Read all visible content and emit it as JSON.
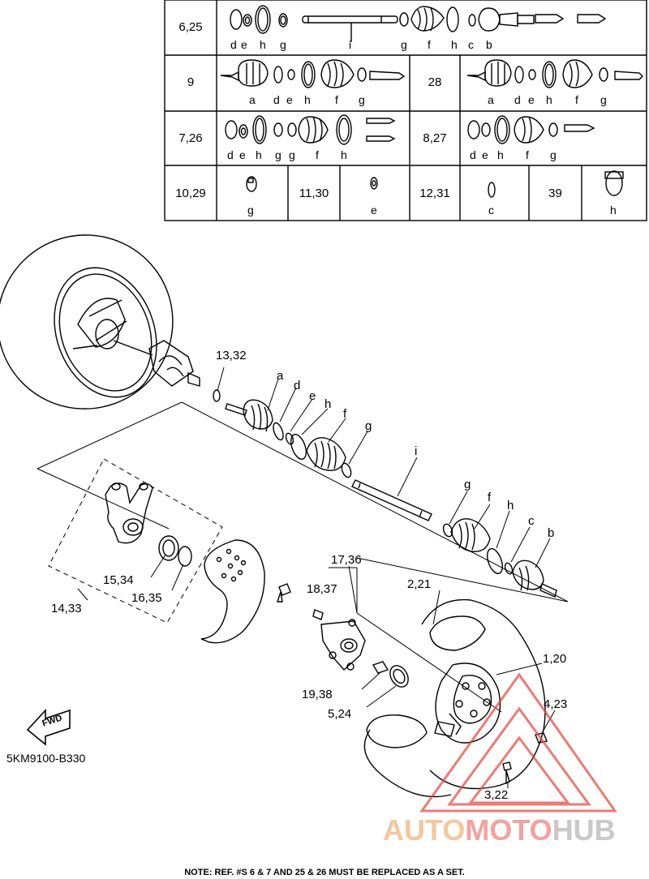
{
  "table": {
    "rows": [
      {
        "ref": "6,25",
        "letters": [
          "d",
          "e",
          "h",
          "g",
          "i",
          "g",
          "f",
          "h",
          "c",
          "b"
        ]
      },
      {
        "ref": "9",
        "letters": [
          "a",
          "d",
          "e",
          "h",
          "f",
          "g"
        ]
      },
      {
        "ref": "28",
        "letters": [
          "a",
          "d",
          "e",
          "h",
          "f",
          "g"
        ]
      },
      {
        "ref": "7,26",
        "letters": [
          "d",
          "e",
          "h",
          "g",
          "g",
          "f",
          "h"
        ]
      },
      {
        "ref": "8,27",
        "letters": [
          "d",
          "e",
          "h",
          "f",
          "g"
        ]
      },
      {
        "ref": "10,29",
        "letters": [
          "g"
        ]
      },
      {
        "ref": "11,30",
        "letters": [
          "e"
        ]
      },
      {
        "ref": "12,31",
        "letters": [
          "c"
        ]
      },
      {
        "ref": "39",
        "letters": [
          "h"
        ]
      }
    ]
  },
  "callouts": {
    "c13_32": "13,32",
    "a": "a",
    "d": "d",
    "e": "e",
    "h": "h",
    "f": "f",
    "g": "g",
    "i": "i",
    "g2": "g",
    "f2": "f",
    "h2": "h",
    "c2": "c",
    "b2": "b",
    "c17_36": "17,36",
    "c18_37": "18,37",
    "c2_21": "2,21",
    "c1_20": "1,20",
    "c4_23": "4,23",
    "c3_22": "3,22",
    "c19_38": "19,38",
    "c5_24": "5,24",
    "c15_34": "15,34",
    "c16_35": "16,35",
    "c14_33": "14,33"
  },
  "fwd_label": "FWD",
  "diagram_code": "5KM9100-B330",
  "note": "NOTE: REF. #S 6 & 7 AND 25 & 26 MUST BE REPLACED AS A SET.",
  "watermark": {
    "part1": "AUTO",
    "part2": "MOTO",
    "part3": "HUB"
  },
  "colors": {
    "line": "#000000",
    "watermark_red": "#e8423a",
    "watermark_orange": "#f4a35a",
    "watermark_gray": "#9e9e9e"
  }
}
